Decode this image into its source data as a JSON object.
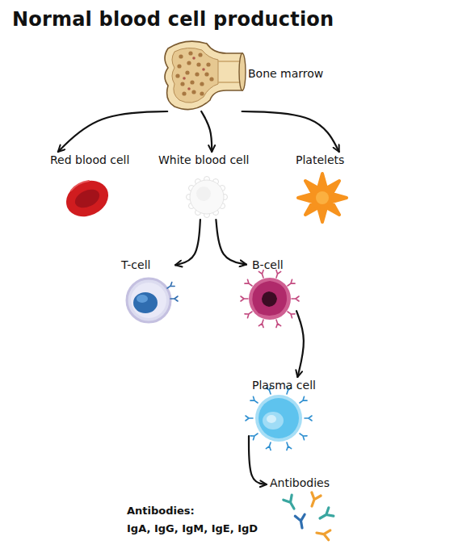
{
  "diagram": {
    "title": "Normal blood cell production",
    "nodes": [
      {
        "text": [
          "Bone marrow"
        ]
      },
      {
        "text": [
          "Red blood cell"
        ]
      },
      {
        "text": [
          "White blood cell"
        ]
      },
      {
        "text": [
          "Platelets"
        ]
      },
      {
        "text": [
          "T-cell"
        ]
      },
      {
        "text": [
          "B-cell"
        ]
      },
      {
        "text": [
          "Plasma cell"
        ]
      },
      {
        "text": [
          "Antibodies"
        ]
      }
    ],
    "edges": [
      {
        "from": 0,
        "to": 1,
        "arrow": "to"
      },
      {
        "from": 0,
        "to": 2,
        "arrow": "to"
      },
      {
        "from": 0,
        "to": 3,
        "arrow": "to"
      },
      {
        "from": 2,
        "to": 4,
        "arrow": "to"
      },
      {
        "from": 2,
        "to": 5,
        "arrow": "to"
      },
      {
        "from": 5,
        "to": 6,
        "arrow": "to"
      },
      {
        "from": 6,
        "to": 7,
        "arrow": "to"
      }
    ],
    "labels": [
      "Antibodies:",
      "IgA, IgG, IgM, IgE, IgD"
    ]
  }
}
